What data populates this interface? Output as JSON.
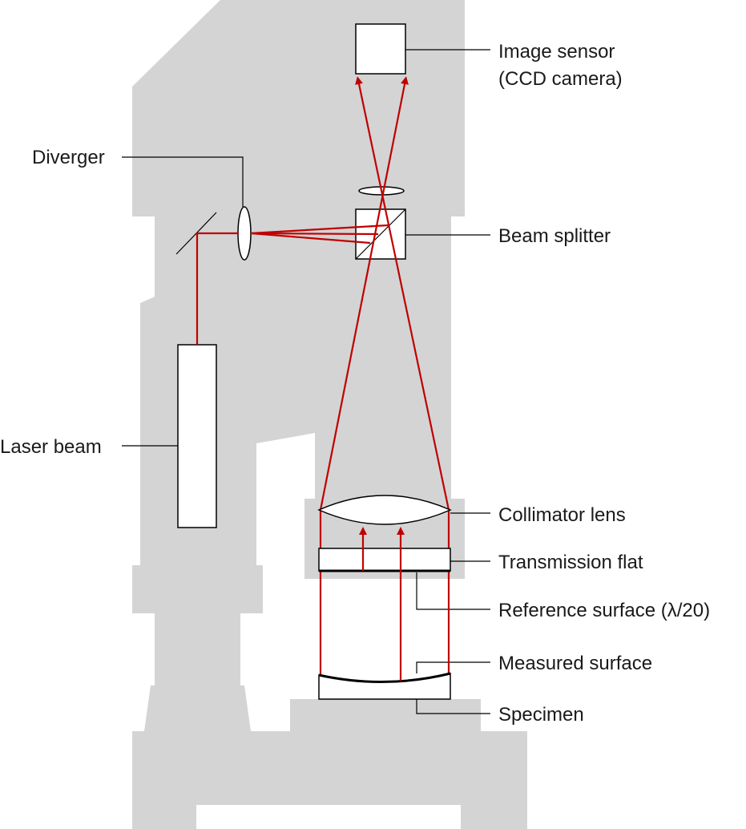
{
  "labels": {
    "image_sensor_line1": "Image sensor",
    "image_sensor_line2": "(CCD camera)",
    "diverger": "Diverger",
    "beam_splitter": "Beam splitter",
    "laser_beam": "Laser beam",
    "collimator_lens": "Collimator lens",
    "transmission_flat": "Transmission flat",
    "reference_surface": "Reference surface (λ/20)",
    "measured_surface": "Measured surface",
    "specimen": "Specimen"
  },
  "colors": {
    "beam": "#c00000",
    "housing": "#d4d4d4",
    "outline": "#000000"
  }
}
